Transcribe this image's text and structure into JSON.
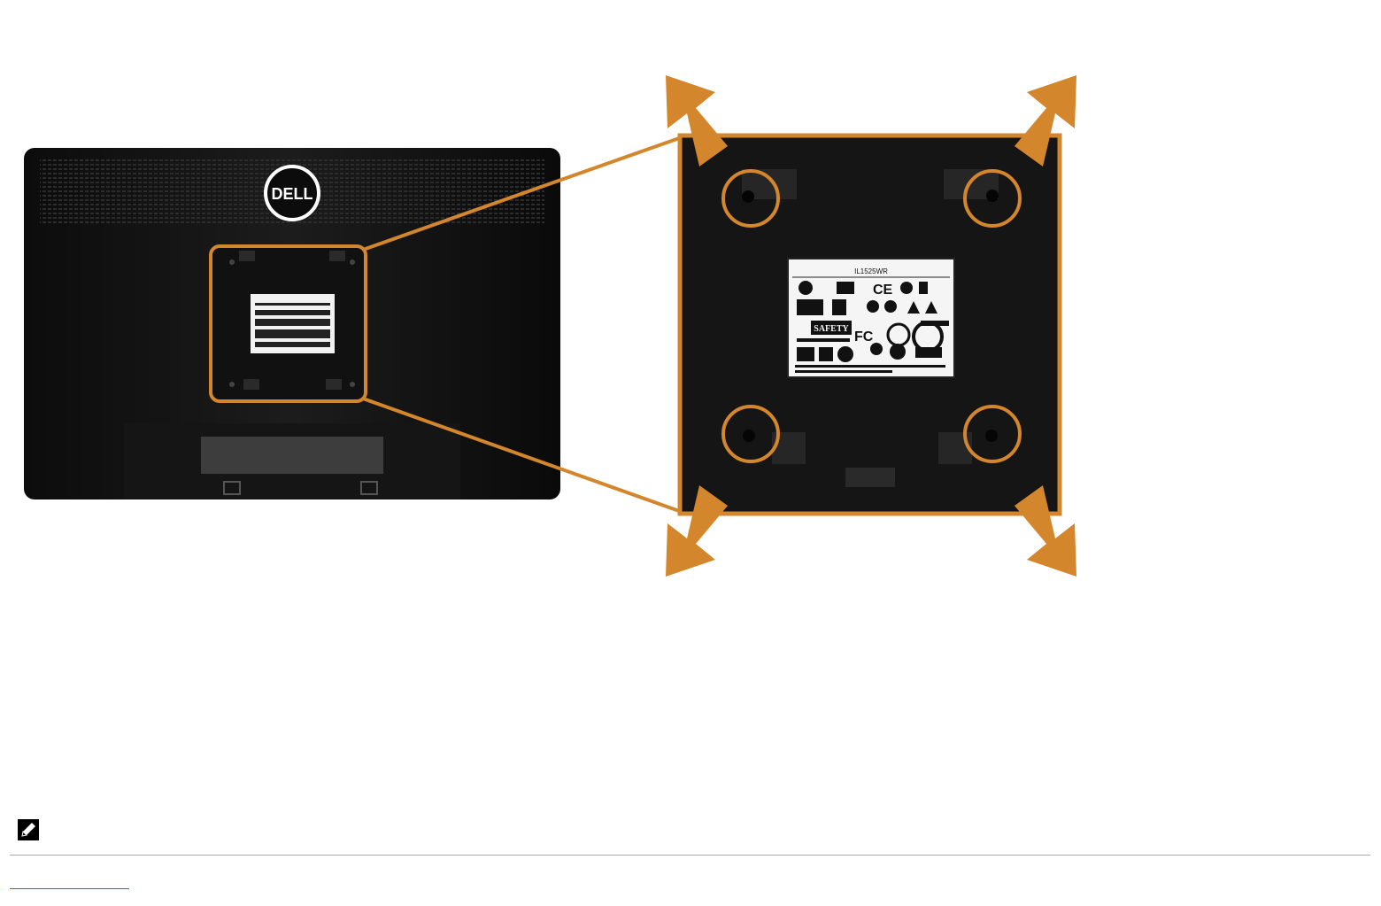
{
  "figure": {
    "brand_logo_text": "DELL",
    "zoom_label_model": "IL1525WR",
    "safety_mark_text": "SAFETY",
    "accent_color": "#d4862c",
    "icons": [
      "dell-logo",
      "arrow-icon",
      "screw-hole-icon",
      "regulatory-label"
    ]
  },
  "note": {
    "icon": "note-pencil-icon",
    "text": ""
  },
  "footer": {
    "back_link_text": ""
  },
  "colors": {
    "background": "#ffffff",
    "monitor_back": "#121212",
    "accent": "#d4862c",
    "link": "#1a73c8"
  }
}
